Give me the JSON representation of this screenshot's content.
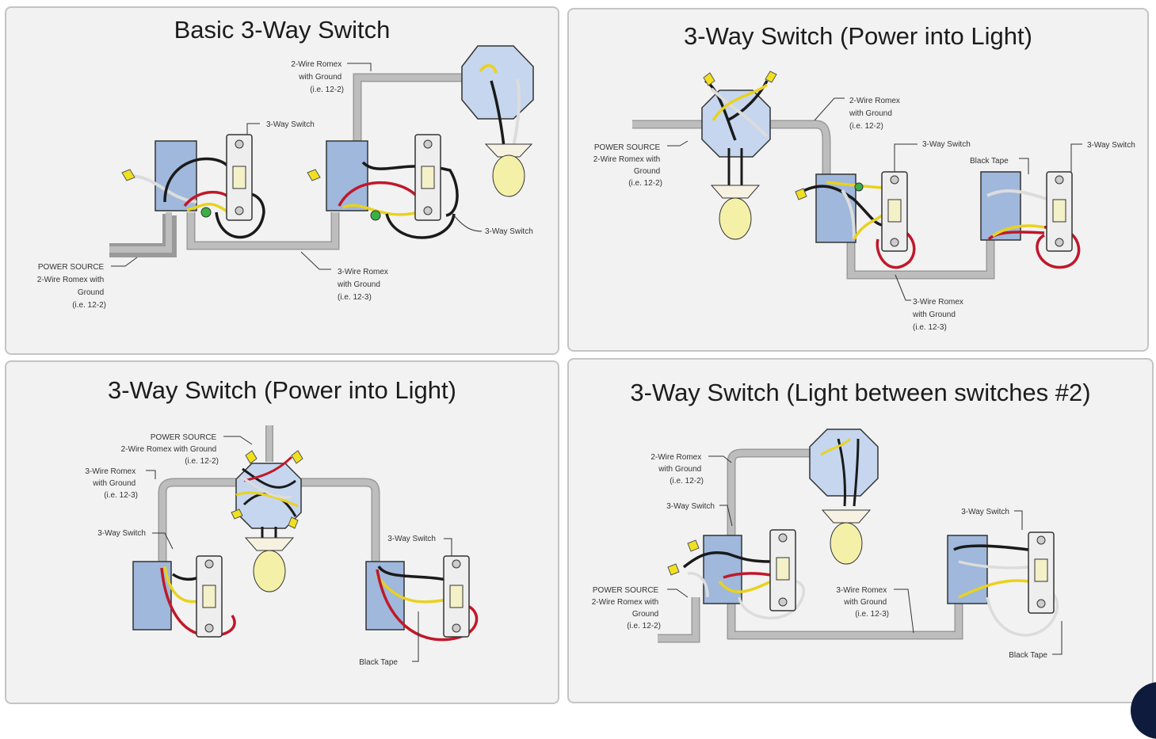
{
  "panels": [
    {
      "title": "Basic 3-Way Switch",
      "labels": {
        "cable_top": [
          "2-Wire Romex",
          "with Ground",
          "(i.e. 12-2)"
        ],
        "switch_1": "3-Way Switch",
        "switch_2": "3-Way Switch",
        "power": [
          "POWER SOURCE",
          "2-Wire Romex with",
          "Ground",
          "(i.e. 12-2)"
        ],
        "cable_mid": [
          "3-Wire Romex",
          "with Ground",
          "(i.e. 12-3)"
        ]
      }
    },
    {
      "title": "3-Way Switch (Power into Light)",
      "labels": {
        "cable_top": [
          "2-Wire Romex",
          "with Ground",
          "(i.e. 12-2)"
        ],
        "power": [
          "POWER SOURCE",
          "2-Wire Romex with",
          "Ground",
          "(i.e. 12-2)"
        ],
        "switch_1": "3-Way Switch",
        "switch_2": "3-Way Switch",
        "tape": "Black Tape",
        "cable_mid": [
          "3-Wire Romex",
          "with Ground",
          "(i.e. 12-3)"
        ]
      }
    },
    {
      "title": "3-Way Switch (Power into Light)",
      "labels": {
        "power": [
          "POWER SOURCE",
          "2-Wire Romex with Ground",
          "(i.e. 12-2)"
        ],
        "cable_mid": [
          "3-Wire Romex",
          "with Ground",
          "(i.e. 12-3)"
        ],
        "switch_1": "3-Way Switch",
        "switch_2": "3-Way Switch",
        "tape": "Black Tape"
      }
    },
    {
      "title": "3-Way Switch (Light between switches #2)",
      "labels": {
        "cable_top": [
          "2-Wire Romex",
          "with Ground",
          "(i.e. 12-2)"
        ],
        "switch_1": "3-Way Switch",
        "power": [
          "POWER SOURCE",
          "2-Wire Romex with",
          "Ground",
          "(i.e. 12-2)"
        ],
        "cable_mid": [
          "3-Wire Romex",
          "with Ground",
          "(i.e. 12-3)"
        ],
        "switch_2": "3-Way Switch",
        "tape": "Black Tape"
      }
    }
  ],
  "colors": {
    "panel_bg": "#f2f2f2",
    "cable": "#b9b9b9",
    "box": "#9fb8dc",
    "wire_black": "#1a1a1a",
    "wire_white": "#dcdcdc",
    "wire_red": "#c0182a",
    "wire_yellow": "#e8d21e",
    "bulb": "#f4f0a8"
  },
  "icons": [
    "junction-box-icon",
    "switch-icon",
    "light-fixture-icon",
    "bulb-icon",
    "wire-nut-icon"
  ]
}
